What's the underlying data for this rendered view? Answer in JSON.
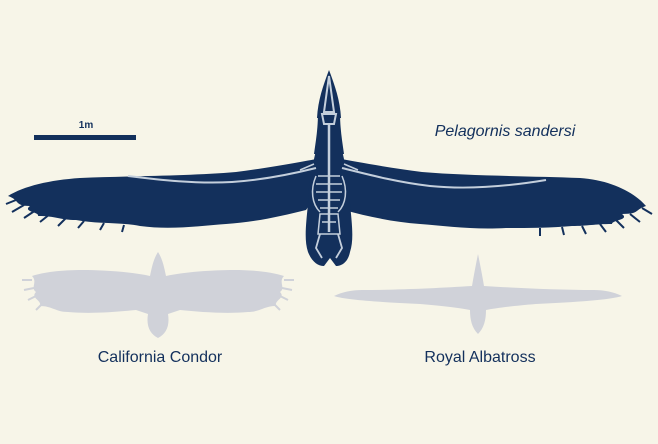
{
  "scale_bar": {
    "label": "1m"
  },
  "species": {
    "main": "Pelagornis sandersi",
    "condor": "California Condor",
    "albatross": "Royal Albatross"
  },
  "colors": {
    "background": "#f7f5e8",
    "pelagornis_body": "#13305c",
    "pelagornis_bone": "#c4cfdc",
    "pelagornis_feather": "#1d3f6e",
    "silhouette": "#d0d2d9",
    "label_text": "#13305c",
    "scale_bar": "#13305c"
  },
  "icons": {
    "pelagornis": "pelagornis-skeleton-icon",
    "condor": "condor-silhouette-icon",
    "albatross": "albatross-silhouette-icon"
  }
}
